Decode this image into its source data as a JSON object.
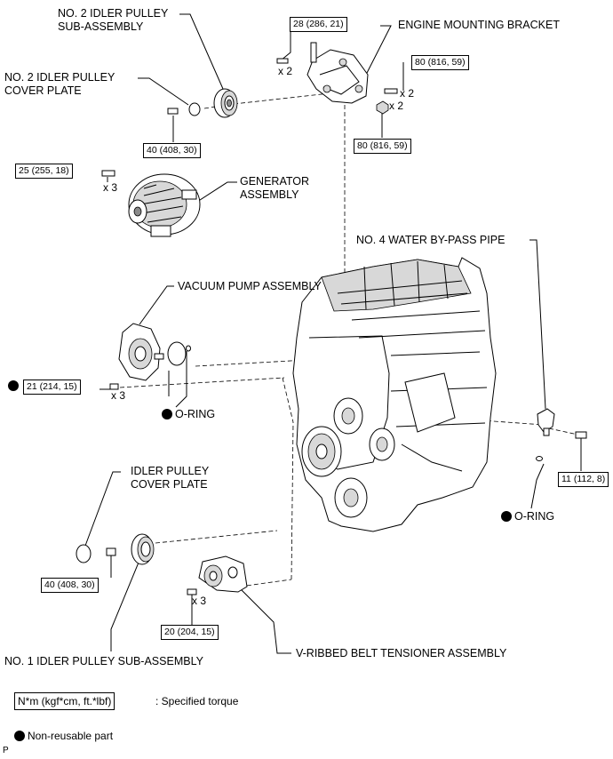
{
  "labels": {
    "no2_idler_pulley_l1": "NO. 2 IDLER PULLEY",
    "no2_idler_pulley_l2": "SUB-ASSEMBLY",
    "no2_cover_plate_l1": "NO. 2 IDLER PULLEY",
    "no2_cover_plate_l2": "COVER PLATE",
    "engine_mounting_bracket": "ENGINE MOUNTING BRACKET",
    "generator_l1": "GENERATOR",
    "generator_l2": "ASSEMBLY",
    "no4_water_bypass_pipe": "NO. 4 WATER BY-PASS PIPE",
    "vacuum_pump": "VACUUM PUMP ASSEMBLY",
    "o_ring_left": "O-RING",
    "o_ring_right": "O-RING",
    "idler_cover_l1": "IDLER PULLEY",
    "idler_cover_l2": "COVER PLATE",
    "no1_idler_pulley": "NO. 1 IDLER PULLEY SUB-ASSEMBLY",
    "tensioner": "V-RIBBED BELT TENSIONER ASSEMBLY"
  },
  "torques": {
    "bracket_top": "28 (286, 21)",
    "bracket_right": "80 (816, 59)",
    "bracket_lower": "80 (816, 59)",
    "cover_plate_no2": "40 (408, 30)",
    "generator": "25 (255, 18)",
    "vacuum_pump": "21 (214, 15)",
    "water_pipe": "11 (112, 8)",
    "idler_cover": "40 (408, 30)",
    "tensioner": "20 (204, 15)"
  },
  "quantities": {
    "bracket_top": "x 2",
    "bracket_right": "x 2",
    "bracket_lower": "x 2",
    "generator": "x 3",
    "vacuum_pump": "x 3",
    "tensioner": "x 3"
  },
  "legend": {
    "torque_box": "N*m (kgf*cm, ft.*lbf)",
    "torque_desc": ": Specified torque",
    "nonreusable": "Non-reusable part"
  },
  "footer_code": "P"
}
